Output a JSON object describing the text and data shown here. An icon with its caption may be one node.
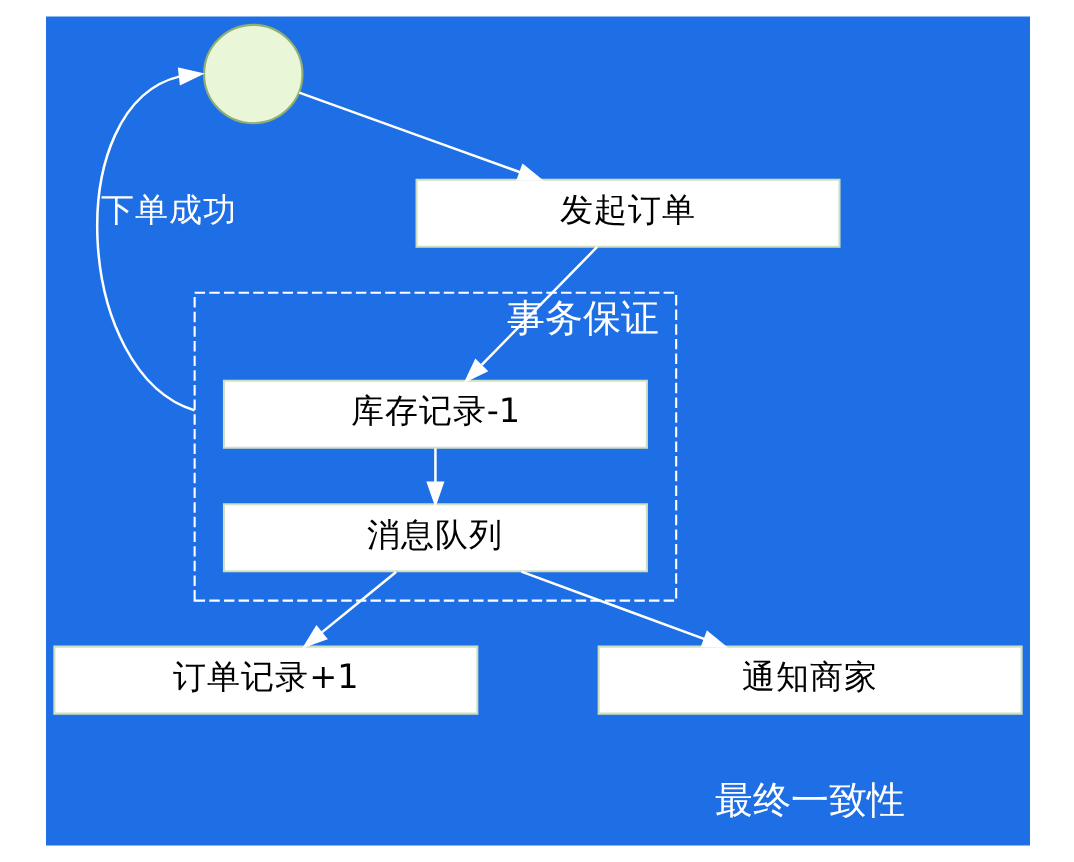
{
  "diagram": {
    "nodes": [
      {
        "text": [],
        "shape": "circle"
      },
      {
        "text": [
          "发起订单"
        ]
      },
      {
        "text": [
          "事务保证"
        ]
      },
      {
        "text": [
          "库存记录-1"
        ],
        "in": 2
      },
      {
        "text": [
          "消息队列"
        ],
        "in": 2
      },
      {
        "text": [
          "订单记录+1"
        ]
      },
      {
        "text": [
          "通知商家"
        ]
      }
    ],
    "edges": [
      {
        "from": 0,
        "to": 1,
        "arrow": "to"
      },
      {
        "from": 1,
        "to": 3,
        "arrow": "to"
      },
      {
        "from": 3,
        "to": 4,
        "arrow": "to"
      },
      {
        "from": 4,
        "to": 5,
        "arrow": "to"
      },
      {
        "from": 4,
        "to": 6,
        "arrow": "to"
      },
      {
        "from": 2,
        "to": 0,
        "label": "下单成功",
        "arrow": "to"
      }
    ],
    "labels": [
      "最终一致性"
    ]
  }
}
